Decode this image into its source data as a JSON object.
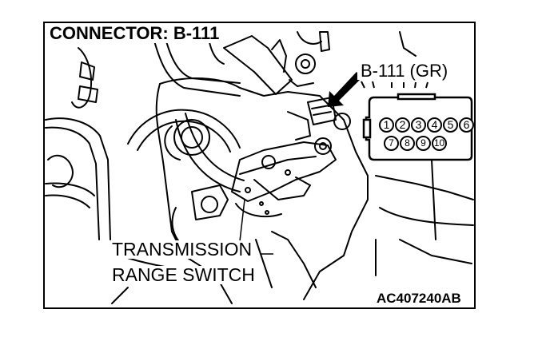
{
  "title": "CONNECTOR: B-111",
  "connector_label": "B-111 (GR)",
  "part_label": {
    "line1": "TRANSMISSION",
    "line2": "RANGE SWITCH"
  },
  "figure_code": "AC407240AB",
  "pins": {
    "top": [
      "1",
      "2",
      "3",
      "4",
      "5",
      "6"
    ],
    "bottom": [
      "7",
      "8",
      "9",
      "10"
    ]
  }
}
